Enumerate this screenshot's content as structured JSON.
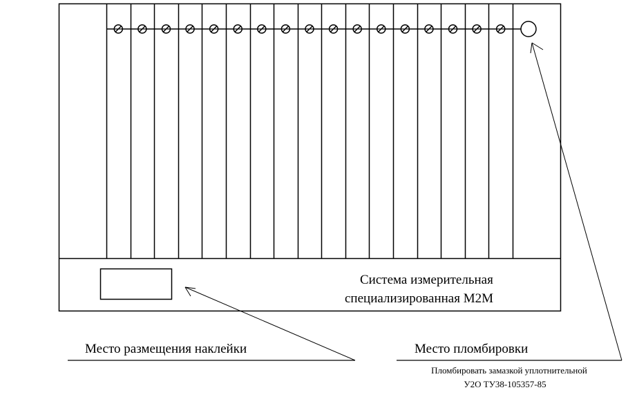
{
  "diagram": {
    "panel_title_line1": "Система измерительная",
    "panel_title_line2": "специализированная М2М",
    "sticker_label": "Место размещения наклейки",
    "seal_label": "Место пломбировки",
    "seal_note_line1": "Пломбировать замазкой уплотнительной",
    "seal_note_line2": "У2О ТУ38-105357-85",
    "module_slots": 17
  }
}
